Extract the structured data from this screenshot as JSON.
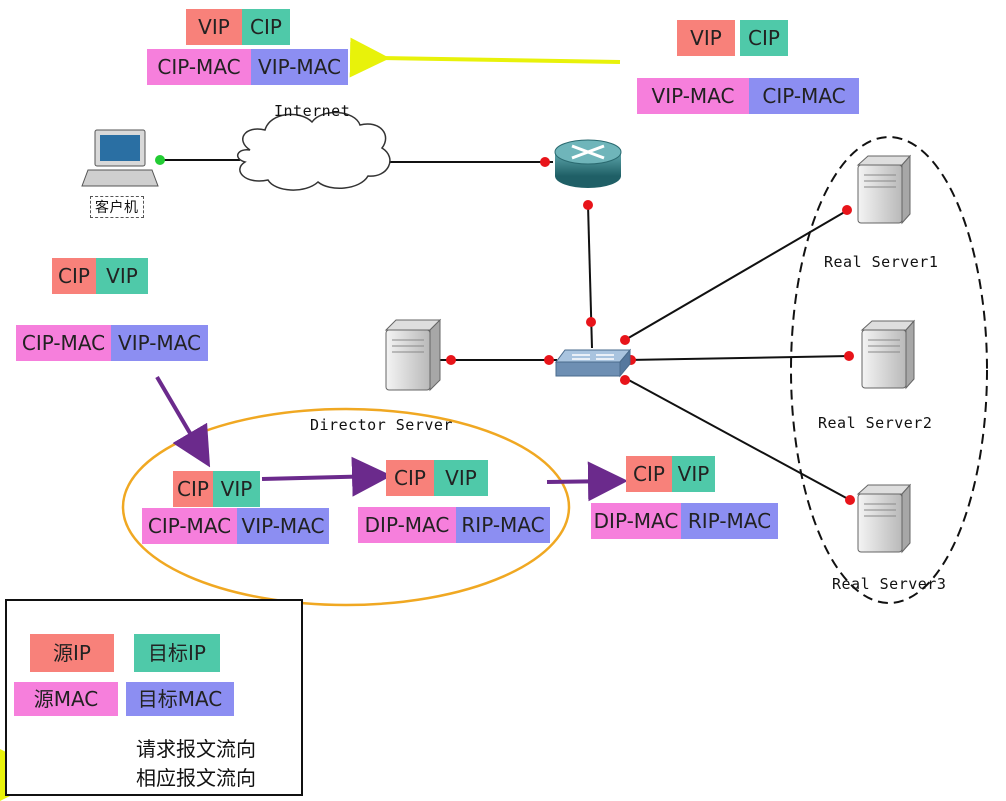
{
  "nodes": {
    "internet": "Internet",
    "client": "客户机",
    "director": "Director Server",
    "real1": "Real Server1",
    "real2": "Real Server2",
    "real3": "Real Server3"
  },
  "packets": {
    "response_client": {
      "sip": "VIP",
      "dip": "CIP",
      "smac": "CIP-MAC",
      "dmac": "VIP-MAC"
    },
    "response_router": {
      "sip": "VIP",
      "dip": "CIP",
      "smac": "VIP-MAC",
      "dmac": "CIP-MAC"
    },
    "request_in": {
      "sip": "CIP",
      "dip": "VIP",
      "smac": "CIP-MAC",
      "dmac": "VIP-MAC"
    },
    "director_in": {
      "sip": "CIP",
      "dip": "VIP",
      "smac": "CIP-MAC",
      "dmac": "VIP-MAC"
    },
    "director_out": {
      "sip": "CIP",
      "dip": "VIP",
      "smac": "DIP-MAC",
      "dmac": "RIP-MAC"
    },
    "to_real": {
      "sip": "CIP",
      "dip": "VIP",
      "smac": "DIP-MAC",
      "dmac": "RIP-MAC"
    }
  },
  "legend": {
    "src_ip": "源IP",
    "dst_ip": "目标IP",
    "src_mac": "源MAC",
    "dst_mac": "目标MAC",
    "request_flow": "请求报文流向",
    "response_flow": "相应报文流向"
  },
  "colors": {
    "src_ip": "#f8817a",
    "dst_ip": "#4fc9a9",
    "src_mac": "#f67fdc",
    "dst_mac": "#8c8ef2",
    "request_arrow": "#6b2a8c",
    "response_arrow": "#e8f20a",
    "director_ellipse": "#f0a822",
    "link_dot": "#e8141a"
  }
}
